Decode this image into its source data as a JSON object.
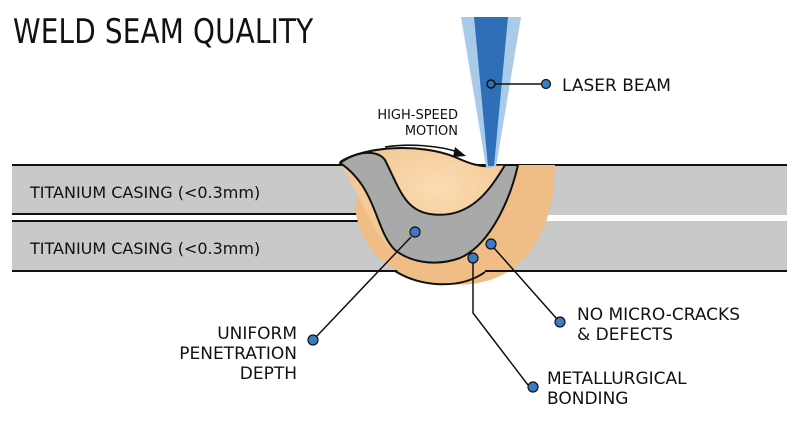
{
  "title": "WELD SEAM QUALITY",
  "plates": {
    "top_label": "TITANIUM CASING (<0.3mm)",
    "bottom_label": "TITANIUM CASING (<0.3mm)"
  },
  "motion": {
    "line1": "HIGH-SPEED",
    "line2": "MOTION"
  },
  "callouts": {
    "laser": "LASER BEAM",
    "penetration": [
      "UNIFORM",
      "PENETRATION",
      "DEPTH"
    ],
    "cracks": [
      "NO MICRO-CRACKS",
      "& DEFECTS"
    ],
    "bonding": [
      "METALLURGICAL",
      "BONDING"
    ]
  },
  "colors": {
    "plate": "#c8c8c8",
    "weld_outer": "#f2c58f",
    "weld_inner": "#f8d4a8",
    "seam_gray": "#a9a9a9",
    "beam_core": "#2f6fb8",
    "beam_glow": "#a9cbe9",
    "dot": "#3a7cc4",
    "line": "#111111"
  }
}
